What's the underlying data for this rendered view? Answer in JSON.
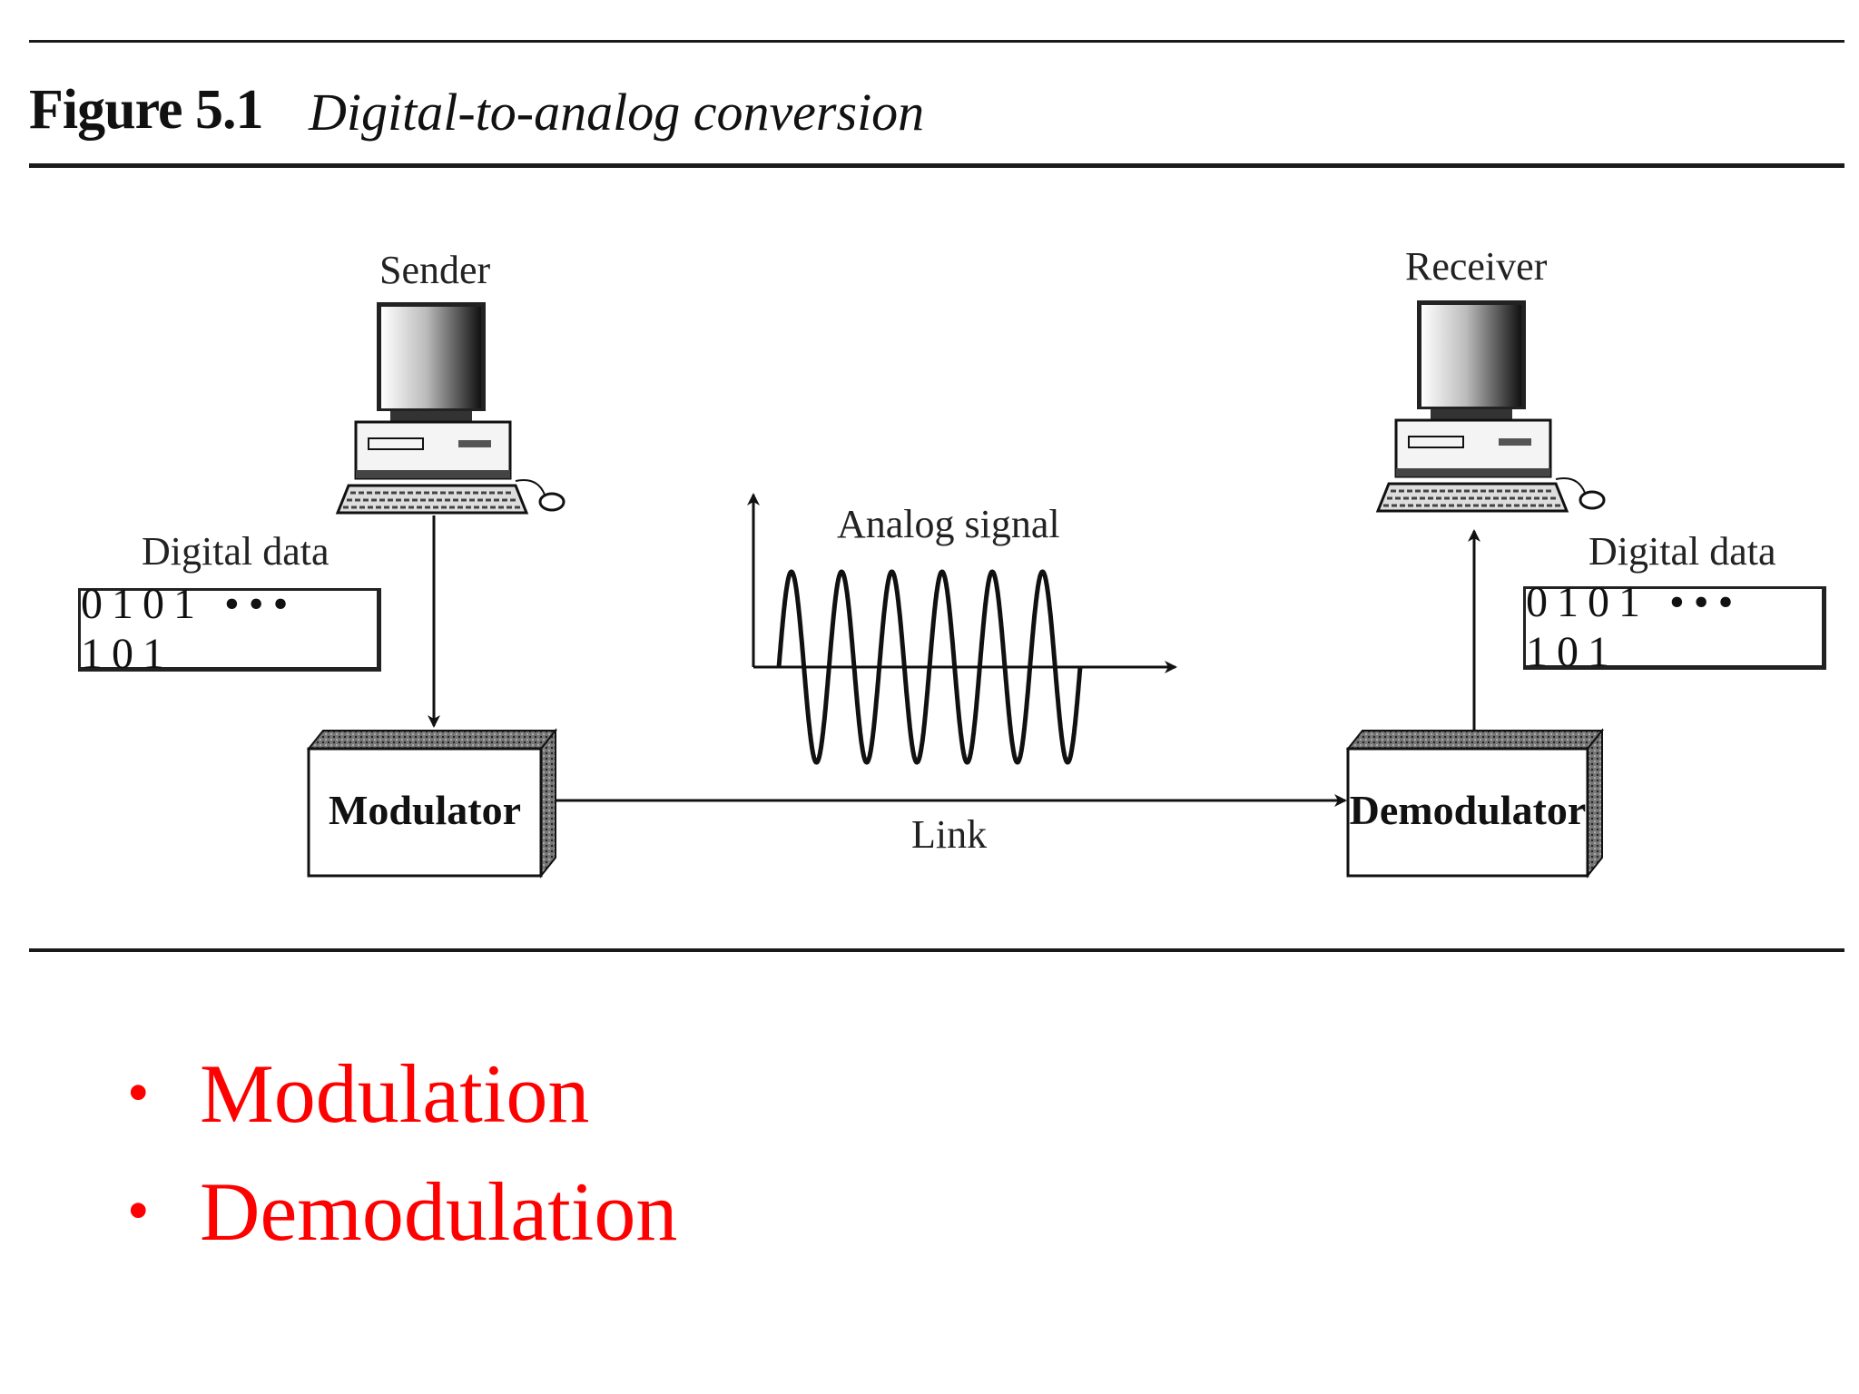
{
  "figure": {
    "number": "Figure 5.1",
    "caption": "Digital-to-analog conversion"
  },
  "sender": {
    "label": "Sender",
    "data_label": "Digital data",
    "data_value": "0101 ••• 101"
  },
  "receiver": {
    "label": "Receiver",
    "data_label": "Digital data",
    "data_value": "0101 ••• 101"
  },
  "modulator": {
    "label": "Modulator"
  },
  "demodulator": {
    "label": "Demodulator"
  },
  "signal": {
    "label": "Analog signal",
    "cycles": 6
  },
  "link": {
    "label": "Link"
  },
  "bullets": [
    "Modulation",
    "Demodulation"
  ],
  "colors": {
    "bullet_text": "#ff0000",
    "ink": "#111111"
  },
  "icons": [
    "computer-icon",
    "arrow-icon",
    "sine-wave-icon"
  ]
}
